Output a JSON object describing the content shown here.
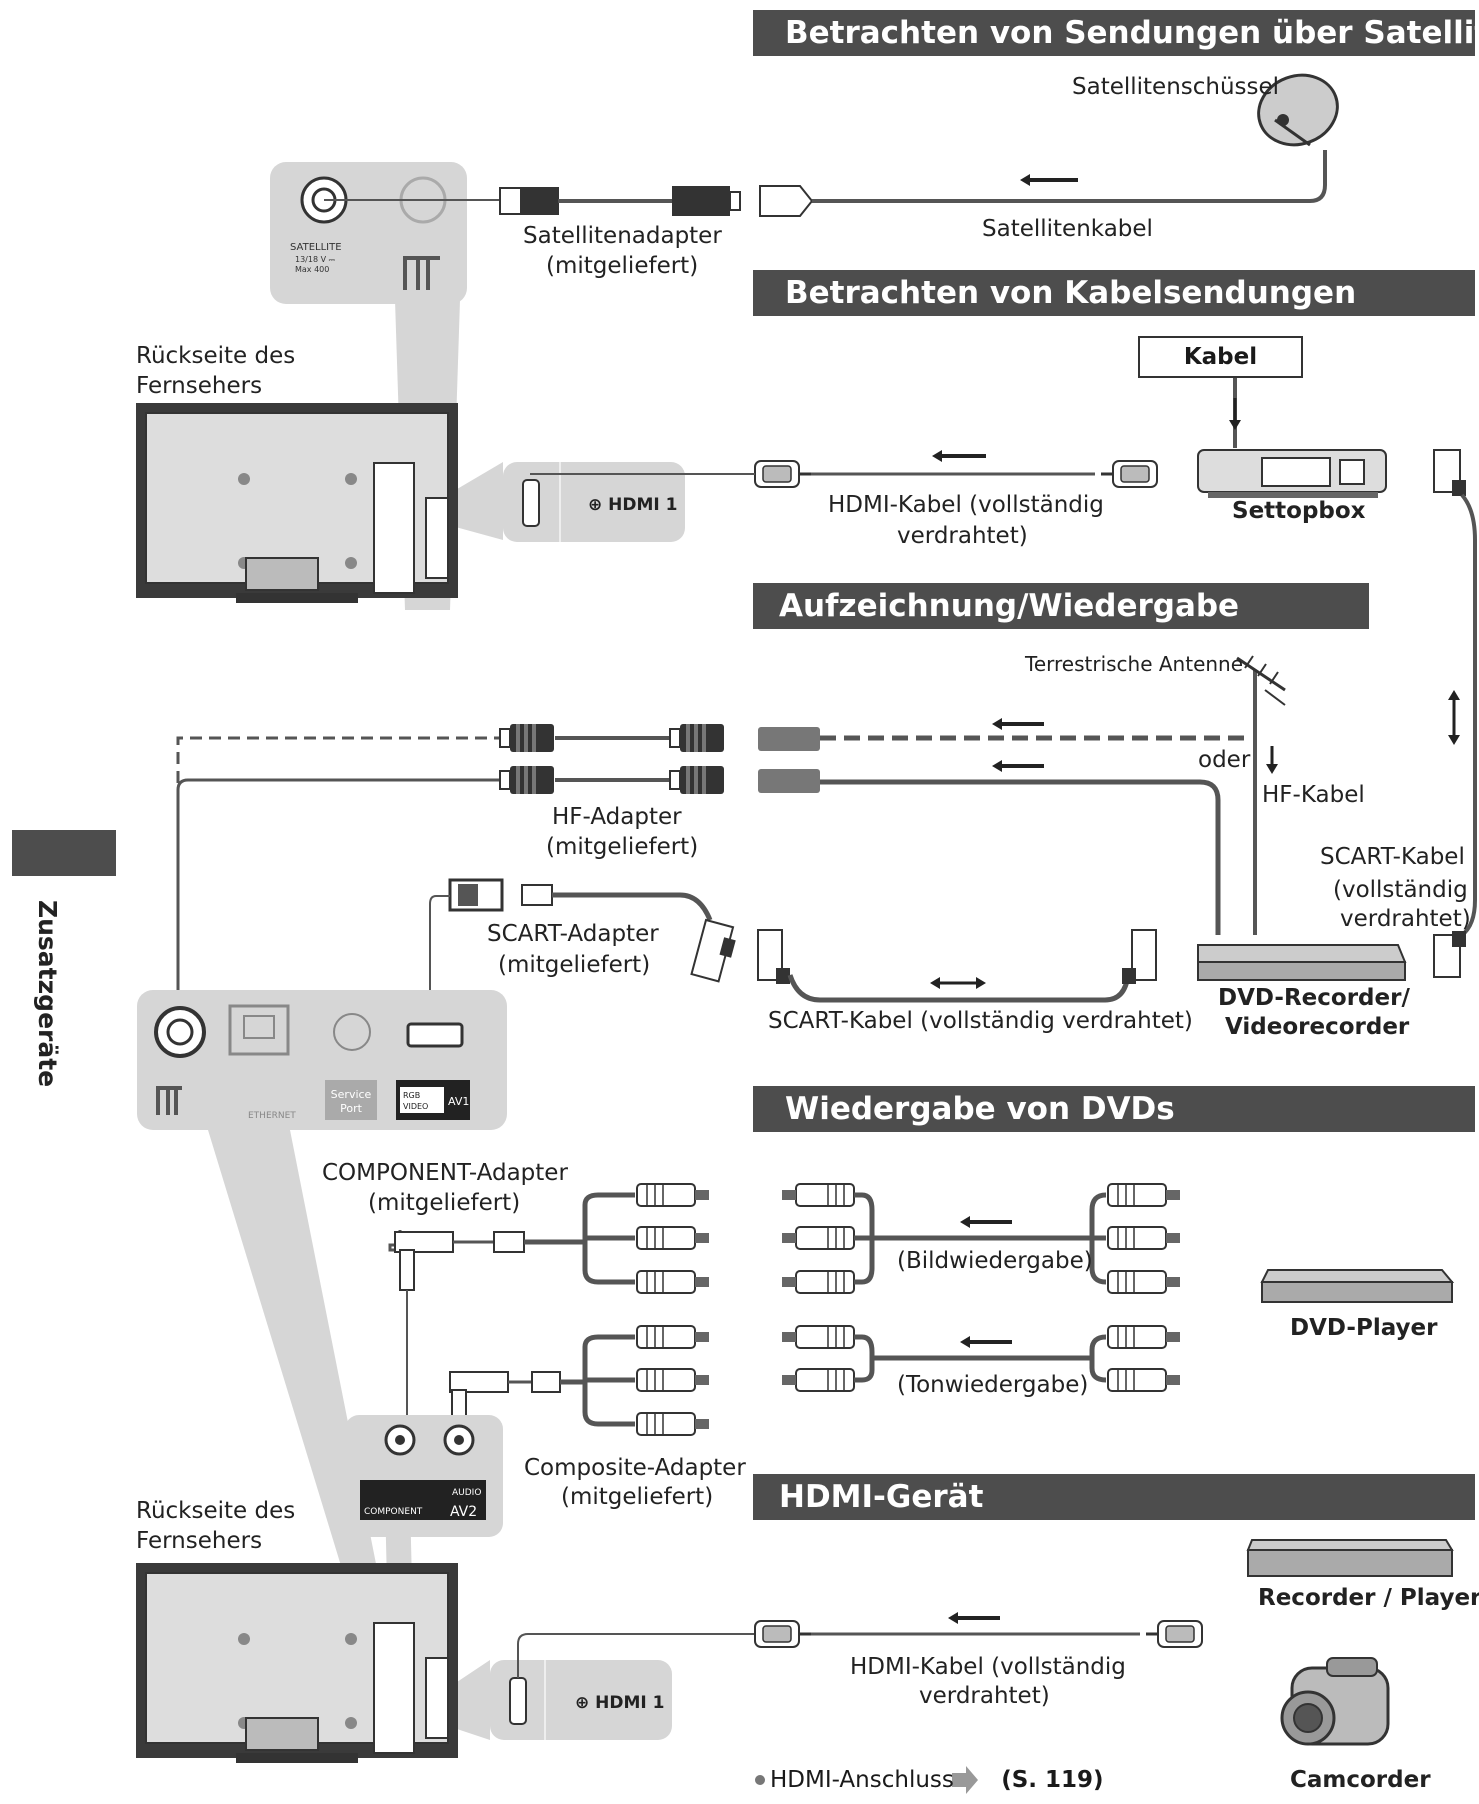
{
  "headers": {
    "satellite": "Betrachten von Sendungen über Satellit",
    "cable": "Betrachten von Kabelsendungen",
    "recording": "Aufzeichnung/Wiedergabe",
    "dvd": "Wiedergabe von DVDs",
    "hdmi": "HDMI-Gerät"
  },
  "sidebar": {
    "title": "Zusatzgeräte"
  },
  "labels": {
    "satellite_dish": "Satellitenschüssel",
    "satellite_cable": "Satellitenkabel",
    "satellite_adapter_1": "Satellitenadapter",
    "satellite_adapter_2": "(mitgeliefert)",
    "tv_back_top_1": "Rückseite des",
    "tv_back_top_2": "Fernsehers",
    "cable_box": "Kabel",
    "settopbox": "Settopbox",
    "hdmi_cable_top_1": "HDMI-Kabel (vollständig",
    "hdmi_cable_top_2": "verdrahtet)",
    "terrestrial_antenna": "Terrestrische Antenne",
    "oder": "oder",
    "hf_cable": "HF-Kabel",
    "hf_adapter_1": "HF-Adapter",
    "hf_adapter_2": "(mitgeliefert)",
    "scart_cable_right_1": "SCART-Kabel",
    "scart_cable_right_2": "(vollständig",
    "scart_cable_right_3": "verdrahtet)",
    "scart_adapter_1": "SCART-Adapter",
    "scart_adapter_2": "(mitgeliefert)",
    "scart_cable_bottom": "SCART-Kabel (vollständig verdrahtet)",
    "dvd_recorder_1": "DVD-Recorder/",
    "dvd_recorder_2": "Videorecorder",
    "component_adapter_1": "COMPONENT-Adapter",
    "component_adapter_2": "(mitgeliefert)",
    "picture_playback": "(Bildwiedergabe)",
    "sound_playback": "(Tonwiedergabe)",
    "dvd_player": "DVD-Player",
    "composite_adapter_1": "Composite-Adapter",
    "composite_adapter_2": "(mitgeliefert)",
    "tv_back_bottom_1": "Rückseite des",
    "tv_back_bottom_2": "Fernsehers",
    "recorder_player": "Recorder / Player",
    "hdmi_cable_bottom_1": "HDMI-Kabel (vollständig",
    "hdmi_cable_bottom_2": "verdrahtet)",
    "camcorder": "Camcorder"
  },
  "port_labels": {
    "satellite": "SATELLITE",
    "satellite_spec_1": "13/18 V ⎓",
    "satellite_spec_2": "Max 400",
    "hdmi1_top": "⊕ HDMI 1",
    "hdmi1_bottom": "⊕ HDMI 1",
    "ethernet": "ETHERNET",
    "service_port_1": "Service",
    "service_port_2": "Port",
    "av1": "AV1",
    "av1_rgb": "RGB",
    "av1_video": "VIDEO",
    "av2": "AV2",
    "audio": "AUDIO",
    "component": "COMPONENT"
  },
  "footnote": {
    "text": "HDMI-Anschluss",
    "ref": "(S. 119)"
  }
}
